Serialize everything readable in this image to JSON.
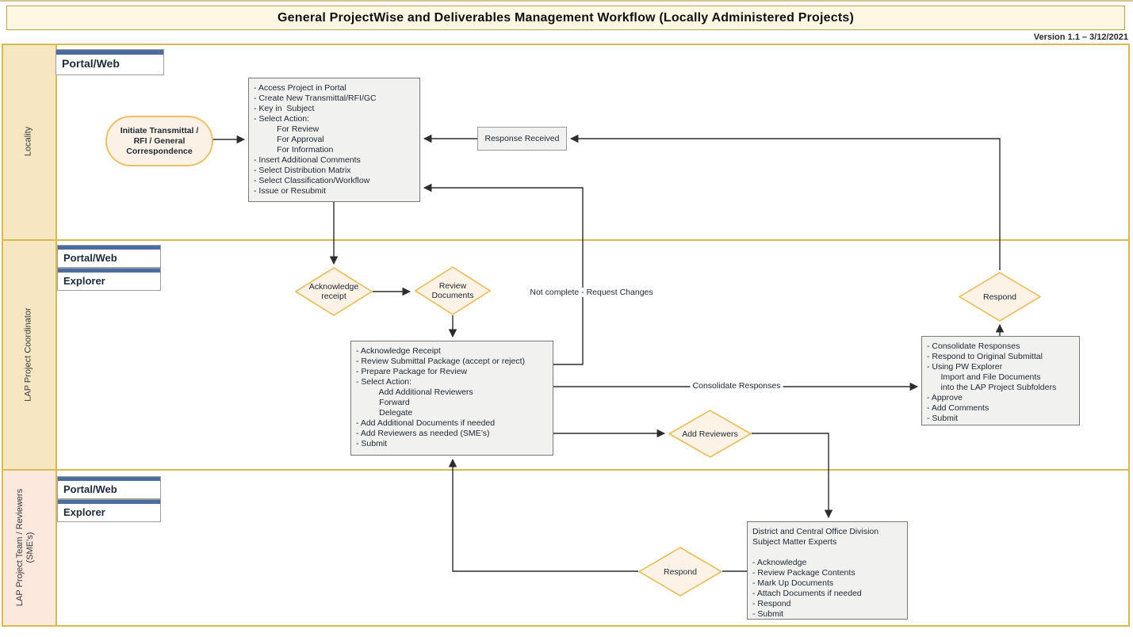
{
  "header": {
    "title": "General ProjectWise and Deliverables Management Workflow (Locally Administered Projects)",
    "version": "Version 1.1 – 3/12/2021"
  },
  "colors": {
    "lane_border_gold": "#d9ba50",
    "lane_label_tan": "#f6e7c2",
    "lane_label_pink": "#fce8dc",
    "tab_accent_blue": "#4a6d9e",
    "shape_fill_cream": "#fdf2e6",
    "shape_stroke_gold": "#e8bc5b",
    "process_fill_gray": "#f1f1ef",
    "connector_black": "#2d2d2d"
  },
  "lanes": [
    {
      "label": "Locality",
      "tabs": [
        "Portal/Web"
      ]
    },
    {
      "label": "LAP Project Coordinator",
      "tabs": [
        "Portal/Web",
        "Explorer"
      ]
    },
    {
      "label": "LAP Project Team / Reviewers\n(SME’s)",
      "tabs": [
        "Portal/Web",
        "Explorer"
      ]
    }
  ],
  "nodes": {
    "start_ellipse": {
      "text": "Initiate Transmittal /\nRFI / General\nCorrespondence"
    },
    "portal_actions": {
      "lines": [
        "- Access Project in Portal",
        "- Create New Transmittal/RFI/GC",
        "- Key in  Subject",
        "- Select Action:",
        "          For Review",
        "          For Approval",
        "          For Information",
        "- Insert Additional Comments",
        "- Select Distribution Matrix",
        "- Select Classification/Workflow",
        "- Issue or Resubmit"
      ]
    },
    "response_received": {
      "label": "Response Received"
    },
    "ack_receipt": {
      "label": "Acknowledge\nreceipt"
    },
    "review_documents": {
      "label": "Review\nDocuments"
    },
    "coordinator_actions": {
      "lines": [
        "- Acknowledge Receipt",
        "- Review Submittal Package (accept or reject)",
        "- Prepare Package for Review",
        "- Select Action:",
        "          Add Additional Reviewers",
        "          Forward",
        "          Delegate",
        "- Add Additional Documents if needed",
        "- Add Reviewers as needed (SME’s)",
        "- Submit"
      ]
    },
    "add_reviewers": {
      "label": "Add Reviewers"
    },
    "respond_coordinator": {
      "label": "Respond"
    },
    "consolidate_actions": {
      "lines": [
        "- Consolidate Responses",
        "- Respond to Original Submittal",
        "- Using PW Explorer",
        "      Import and File Documents",
        "      into the LAP Project Subfolders",
        "- Approve",
        "- Add Comments",
        "- Submit"
      ]
    },
    "respond_sme": {
      "label": "Respond"
    },
    "sme_actions": {
      "lines": [
        "District and Central Office Division",
        "Subject Matter Experts",
        "",
        "- Acknowledge",
        "- Review Package Contents",
        "- Mark Up Documents",
        "- Attach Documents if needed",
        "- Respond",
        "- Submit"
      ]
    }
  },
  "connector_labels": {
    "not_complete": "Not complete - Request Changes",
    "consolidate_responses": "Consolidate Responses"
  }
}
